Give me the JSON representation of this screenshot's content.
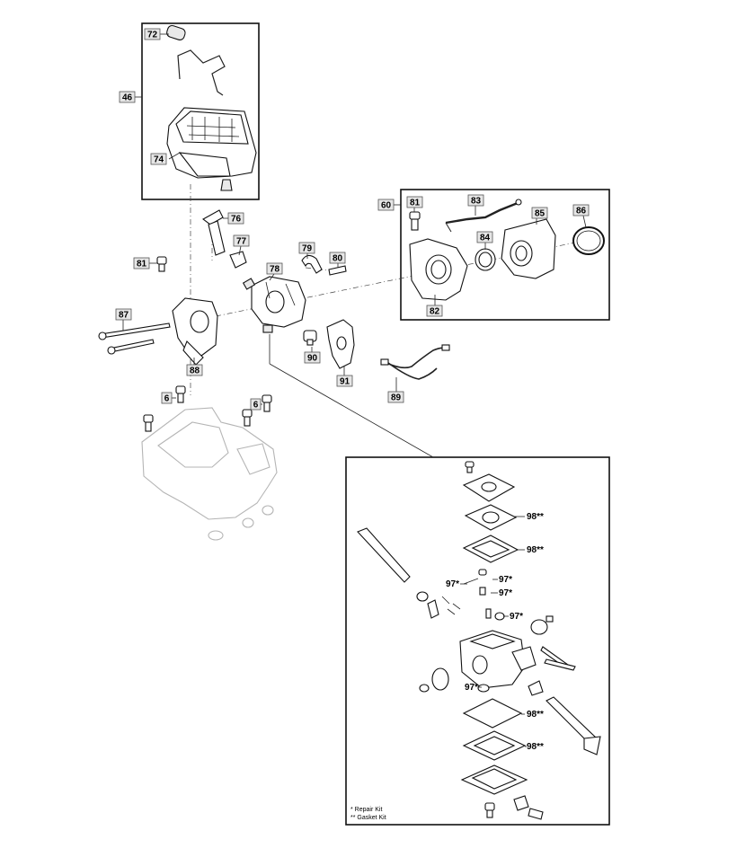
{
  "callouts": {
    "c72": "72",
    "c46": "46",
    "c74": "74",
    "c76": "76",
    "c77": "77",
    "c81a": "81",
    "c87": "87",
    "c88": "88",
    "c78": "78",
    "c79": "79",
    "c80": "80",
    "c90": "90",
    "c91": "91",
    "c89": "89",
    "c60": "60",
    "c81b": "81",
    "c83": "83",
    "c84": "84",
    "c85": "85",
    "c86": "86",
    "c82": "82",
    "c6a": "6",
    "c6b": "6",
    "k97a": "97*",
    "k97b": "97*",
    "k97c": "97*",
    "k97d": "97*",
    "k97e": "97*",
    "k98a": "98**",
    "k98b": "98**",
    "k98c": "98**",
    "k98d": "98**"
  },
  "legend": {
    "repair": "* Repair Kit",
    "gasket": "** Gasket Kit"
  }
}
